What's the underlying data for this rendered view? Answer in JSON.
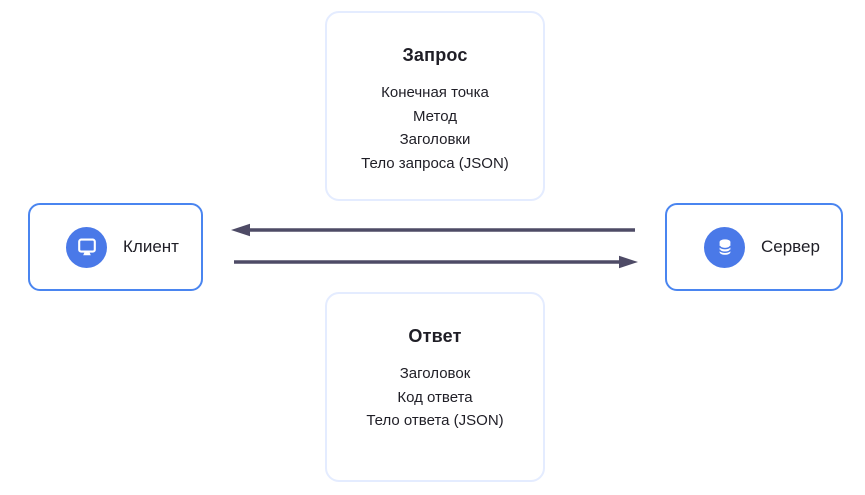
{
  "colors": {
    "accent-blue": "#4a79e8",
    "node-border-blue": "#4a85f0",
    "card-border": "#e4ecff",
    "arrow": "#4e4b66",
    "text": "#1f1e26",
    "background": "#ffffff"
  },
  "request_card": {
    "title": "Запрос",
    "items": [
      "Конечная точка",
      "Метод",
      "Заголовки",
      "Тело запроса (JSON)"
    ]
  },
  "response_card": {
    "title": "Ответ",
    "items": [
      "Заголовок",
      "Код ответа",
      "Тело ответа (JSON)"
    ]
  },
  "client": {
    "label": "Клиент",
    "icon": "monitor-icon"
  },
  "server": {
    "label": "Сервер",
    "icon": "database-icon"
  },
  "arrows": [
    {
      "direction": "left",
      "points_to": "Клиент"
    },
    {
      "direction": "right",
      "points_to": "Сервер"
    }
  ]
}
